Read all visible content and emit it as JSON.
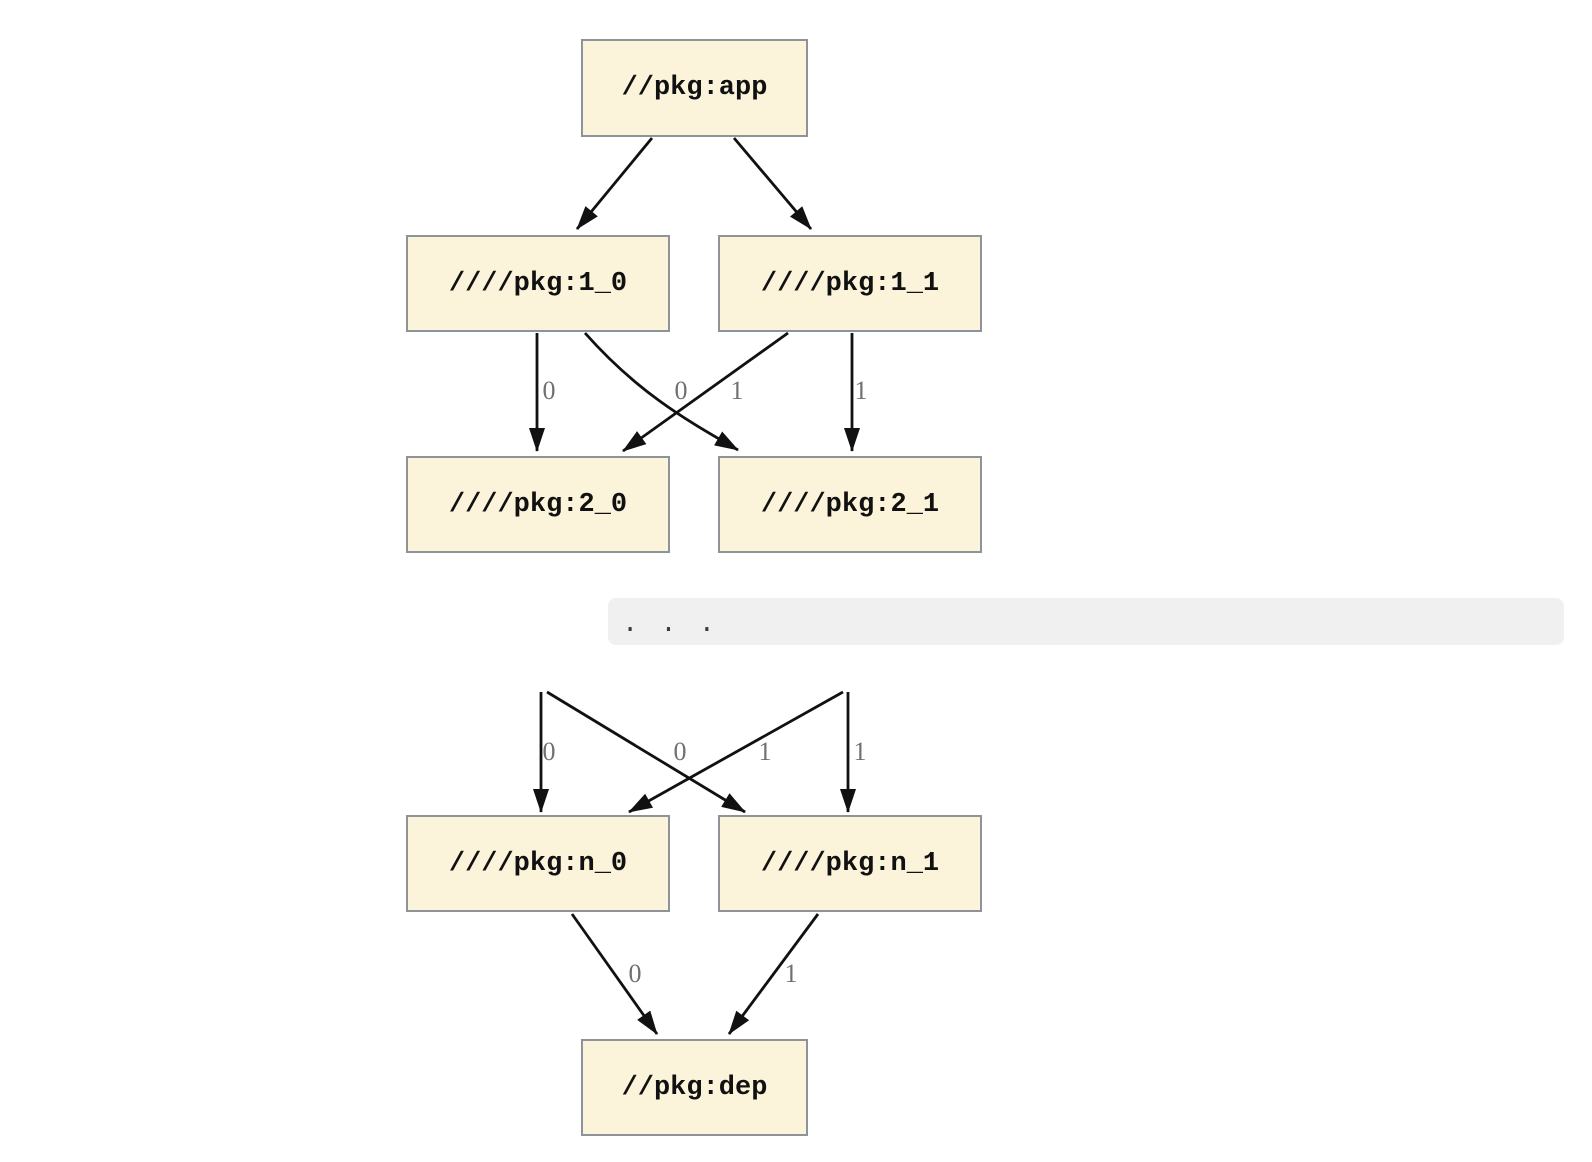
{
  "diagram": {
    "type": "dependency-graph",
    "nodes": [
      {
        "id": "app",
        "label": "//pkg:app"
      },
      {
        "id": "pkg-1-0",
        "label": "////pkg:1_0"
      },
      {
        "id": "pkg-1-1",
        "label": "////pkg:1_1"
      },
      {
        "id": "pkg-2-0",
        "label": "////pkg:2_0"
      },
      {
        "id": "pkg-2-1",
        "label": "////pkg:2_1"
      },
      {
        "id": "pkg-n-0",
        "label": "////pkg:n_0"
      },
      {
        "id": "pkg-n-1",
        "label": "////pkg:n_1"
      },
      {
        "id": "dep",
        "label": "//pkg:dep"
      }
    ],
    "ellipsis": ". . .",
    "edges": [
      {
        "from": "//pkg:app",
        "to": "////pkg:1_0"
      },
      {
        "from": "//pkg:app",
        "to": "////pkg:1_1"
      },
      {
        "from": "////pkg:1_0",
        "to": "////pkg:2_0",
        "label": "0"
      },
      {
        "from": "////pkg:1_1",
        "to": "////pkg:2_0",
        "label": "0"
      },
      {
        "from": "////pkg:1_0",
        "to": "////pkg:2_1",
        "label": "1"
      },
      {
        "from": "////pkg:1_1",
        "to": "////pkg:2_1",
        "label": "1"
      },
      {
        "from": "…",
        "to": "////pkg:n_0",
        "label": "0"
      },
      {
        "from": "…",
        "to": "////pkg:n_0",
        "label": "0"
      },
      {
        "from": "…",
        "to": "////pkg:n_1",
        "label": "1"
      },
      {
        "from": "…",
        "to": "////pkg:n_1",
        "label": "1"
      },
      {
        "from": "////pkg:n_0",
        "to": "//pkg:dep",
        "label": "0"
      },
      {
        "from": "////pkg:n_1",
        "to": "//pkg:dep",
        "label": "1"
      }
    ]
  },
  "colors": {
    "background": "#FFFFFF",
    "node_fill": "#FBF3DA",
    "node_border": "#8D9398",
    "node_text": "#111111",
    "edge": "#111111",
    "edge_label_text": "#707070",
    "band_bg": "#F0F0F0",
    "ellipsis_text": "#3A3A3A"
  }
}
